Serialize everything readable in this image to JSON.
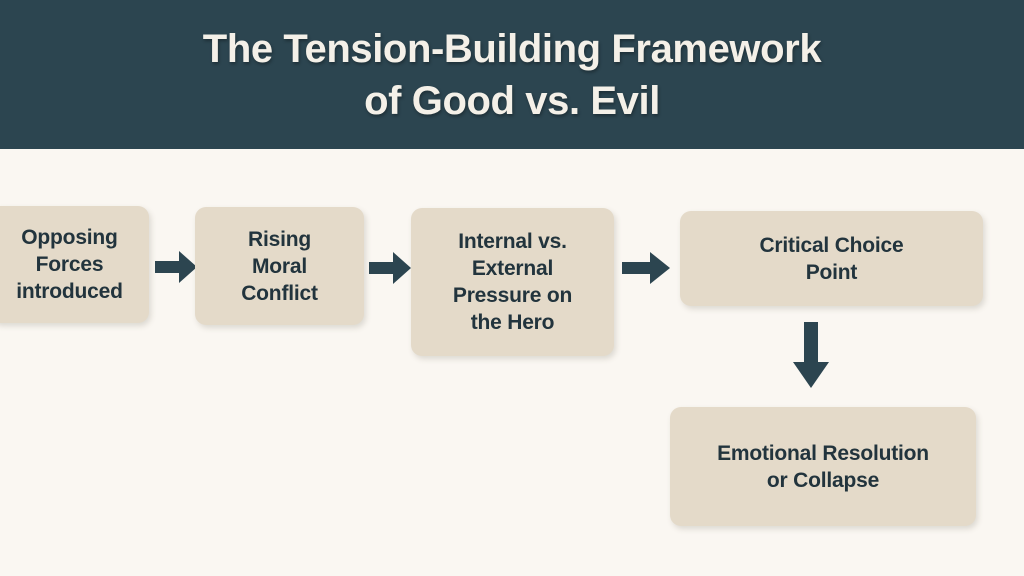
{
  "header": {
    "background_color": "#2c4550",
    "text_color": "#f4f0e8",
    "title_line_1": "The Tension-Building Framework",
    "title_line_2": "of Good vs. Evil"
  },
  "canvas": {
    "background_color": "#faf7f2"
  },
  "diagram": {
    "type": "flowchart",
    "box_fill_color": "#e4dac9",
    "box_text_color": "#22343d",
    "arrow_color": "#2c4550",
    "nodes": [
      {
        "id": "opposing-forces",
        "label": "Opposing\nForces\nintroduced",
        "row": 1,
        "order": 1
      },
      {
        "id": "rising-conflict",
        "label": "Rising\nMoral\nConflict",
        "row": 1,
        "order": 2
      },
      {
        "id": "internal-external",
        "label": "Internal vs.\nExternal\nPressure on\nthe Hero",
        "row": 1,
        "order": 3
      },
      {
        "id": "critical-choice",
        "label": "Critical Choice\nPoint",
        "row": 1,
        "order": 4
      },
      {
        "id": "emotional-resolution",
        "label": "Emotional Resolution\nor Collapse",
        "row": 2,
        "order": 5
      }
    ],
    "connectors": [
      {
        "id": "arrow-1",
        "from": "opposing-forces",
        "to": "rising-conflict",
        "direction": "right"
      },
      {
        "id": "arrow-2",
        "from": "rising-conflict",
        "to": "internal-external",
        "direction": "right"
      },
      {
        "id": "arrow-3",
        "from": "internal-external",
        "to": "critical-choice",
        "direction": "right"
      },
      {
        "id": "arrow-4",
        "from": "critical-choice",
        "to": "emotional-resolution",
        "direction": "down"
      }
    ]
  }
}
